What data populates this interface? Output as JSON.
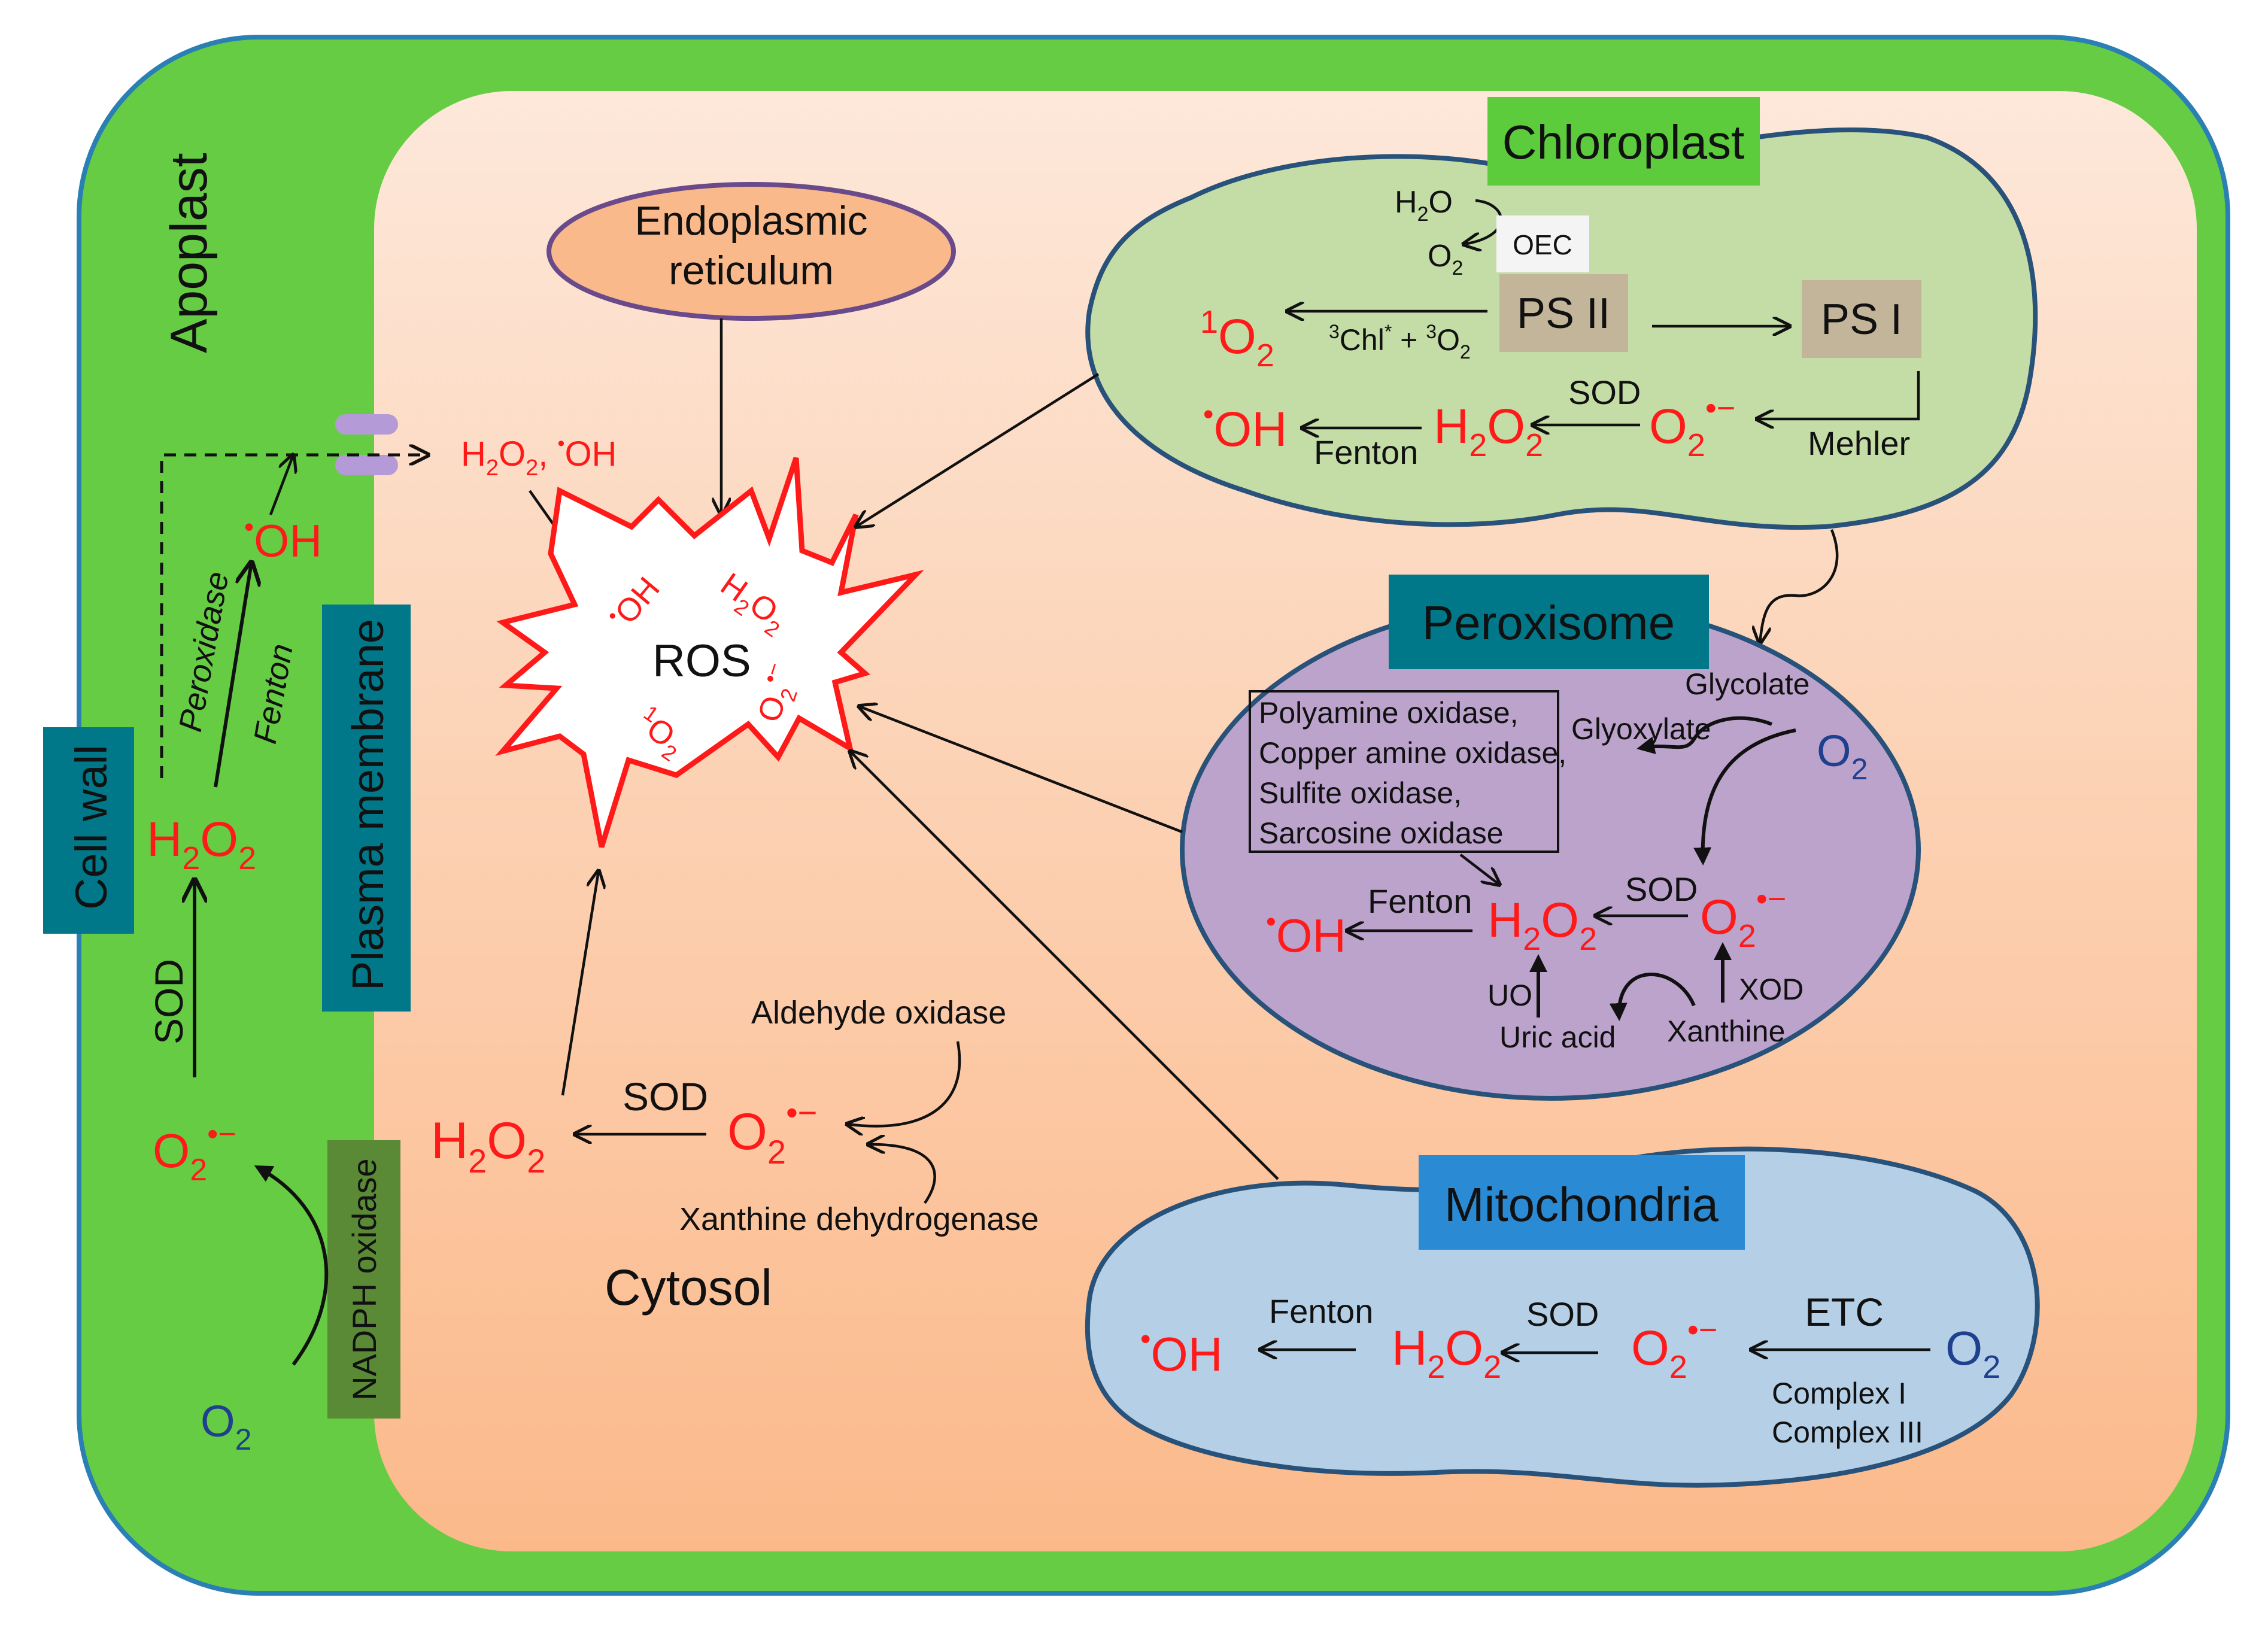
{
  "labels": {
    "apoplast": "Apoplast",
    "cell_wall": "Cell wall",
    "plasma_membrane": "Plasma membrane",
    "nadph_oxidase": "NADPH oxidase",
    "cytosol": "Cytosol",
    "er_line1": "Endoplasmic",
    "er_line2": "reticulum",
    "ros": "ROS",
    "chloroplast": "Chloroplast",
    "peroxisome": "Peroxisome",
    "mitochondria": "Mitochondria"
  },
  "apoplast": {
    "sod": "SOD",
    "peroxidase": "Peroxidase",
    "fenton": "Fenton"
  },
  "cytosol": {
    "sod": "SOD",
    "aldehyde_oxidase": "Aldehyde oxidase",
    "xanthine_dehydrogenase": "Xanthine dehydrogenase"
  },
  "chloroplast": {
    "oec": "OEC",
    "psii": "PS II",
    "psi": "PS I",
    "sod": "SOD",
    "fenton": "Fenton",
    "mehler": "Mehler"
  },
  "peroxisome": {
    "enzymes": [
      "Polyamine oxidase,",
      "Copper amine oxidase,",
      "Sulfite oxidase,",
      "Sarcosine oxidase"
    ],
    "glycolate": "Glycolate",
    "glyoxylate": "Glyoxylate",
    "sod": "SOD",
    "fenton": "Fenton",
    "uo": "UO",
    "xod": "XOD",
    "uric_acid": "Uric acid",
    "xanthine": "Xanthine"
  },
  "mitochondria": {
    "fenton": "Fenton",
    "sod": "SOD",
    "etc": "ETC",
    "complex1": "Complex I",
    "complex3": "Complex III"
  },
  "colors": {
    "cell_wall_green": "#66cc44",
    "cytosol_top": "#fde6d6",
    "cytosol_bottom": "#fbb98a",
    "chloroplast_fill": "#c4dca6",
    "peroxisome_fill": "#bca3cc",
    "mitochondria_fill": "#b4cfe6",
    "organelle_border": "#28527a",
    "label_teal": "#00788a",
    "label_green": "#5ccc3c",
    "label_blue": "#2a8ad4",
    "er_fill": "#f9b98a",
    "er_border": "#6a4a8a",
    "ros_red": "#ff1a1a",
    "nadph_box": "#5a8a36"
  }
}
